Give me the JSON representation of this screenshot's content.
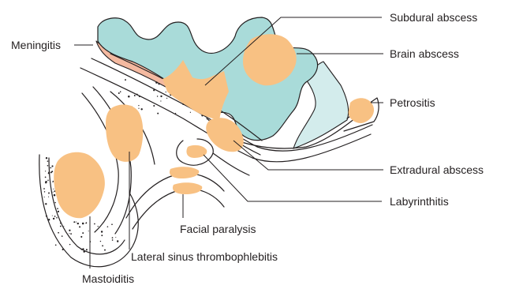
{
  "labels": {
    "meningitis": "Meningitis",
    "subdural": "Subdural abscess",
    "brain": "Brain abscess",
    "petrositis": "Petrositis",
    "extradural": "Extradural abscess",
    "labyrinthitis": "Labyrinthitis",
    "facial": "Facial paralysis",
    "lateral_sinus": "Lateral sinus thrombophlebitis",
    "mastoiditis": "Mastoiditis"
  },
  "colors": {
    "abscess": "#f8c183",
    "meninges": "#f4b9a0",
    "brain": "#a9dbd9",
    "brain_light": "#d3ecec",
    "line": "#231f20"
  }
}
